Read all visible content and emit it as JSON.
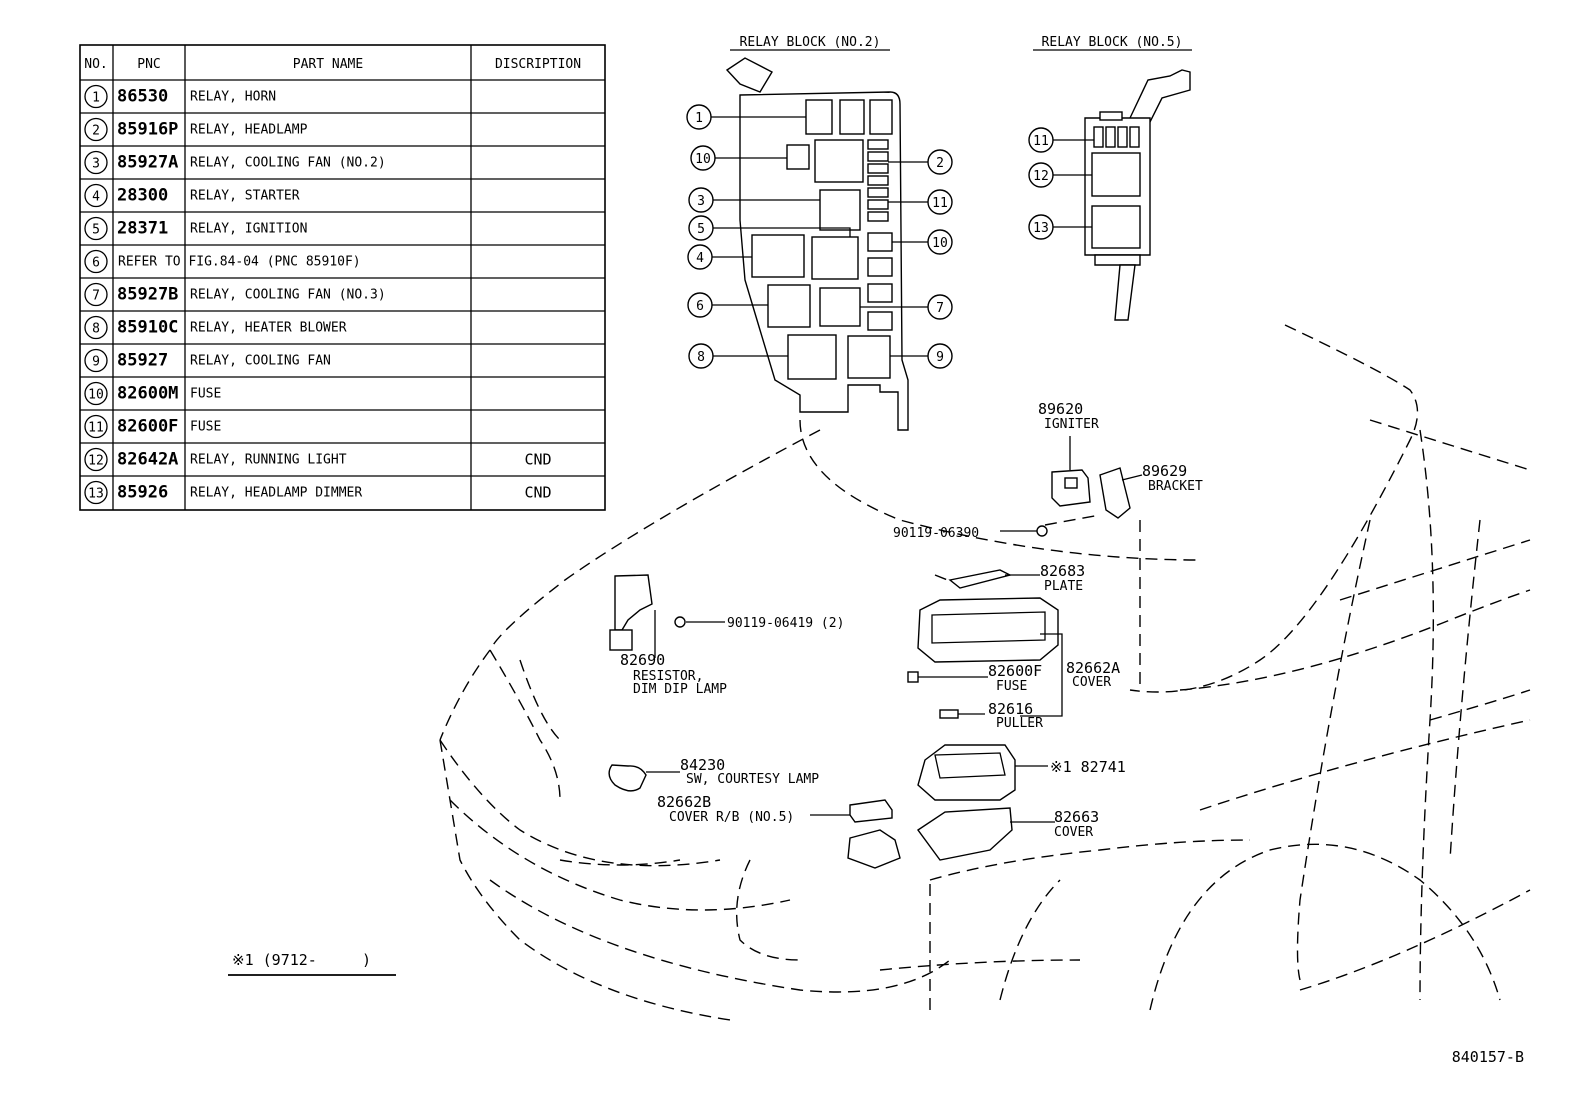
{
  "table": {
    "headers": {
      "no": "NO.",
      "pnc": "PNC",
      "part_name": "PART NAME",
      "description": "DISCRIPTION"
    },
    "rows": [
      {
        "no": "1",
        "pnc": "86530",
        "name": "RELAY, HORN",
        "desc": ""
      },
      {
        "no": "2",
        "pnc": "85916P",
        "name": "RELAY, HEADLAMP",
        "desc": ""
      },
      {
        "no": "3",
        "pnc": "85927A",
        "name": "RELAY, COOLING FAN (NO.2)",
        "desc": ""
      },
      {
        "no": "4",
        "pnc": "28300",
        "name": "RELAY, STARTER",
        "desc": ""
      },
      {
        "no": "5",
        "pnc": "28371",
        "name": "RELAY, IGNITION",
        "desc": ""
      },
      {
        "no": "6",
        "pnc": "",
        "name": "REFER TO FIG.84-04 (PNC 85910F)",
        "desc": ""
      },
      {
        "no": "7",
        "pnc": "85927B",
        "name": "RELAY, COOLING FAN (NO.3)",
        "desc": ""
      },
      {
        "no": "8",
        "pnc": "85910C",
        "name": "RELAY, HEATER BLOWER",
        "desc": ""
      },
      {
        "no": "9",
        "pnc": "85927",
        "name": "RELAY, COOLING FAN",
        "desc": ""
      },
      {
        "no": "10",
        "pnc": "82600M",
        "name": "FUSE",
        "desc": ""
      },
      {
        "no": "11",
        "pnc": "82600F",
        "name": "FUSE",
        "desc": ""
      },
      {
        "no": "12",
        "pnc": "82642A",
        "name": "RELAY, RUNNING LIGHT",
        "desc": "CND"
      },
      {
        "no": "13",
        "pnc": "85926",
        "name": "RELAY, HEADLAMP DIMMER",
        "desc": "CND"
      }
    ]
  },
  "relay_block_2": {
    "title": "RELAY BLOCK (NO.2)",
    "callouts": [
      "1",
      "10",
      "3",
      "5",
      "4",
      "6",
      "8",
      "2",
      "11",
      "10",
      "7",
      "9"
    ]
  },
  "relay_block_5": {
    "title": "RELAY BLOCK (NO.5)",
    "callouts": [
      "11",
      "12",
      "13"
    ]
  },
  "parts": {
    "igniter": {
      "pnc": "89620",
      "name": "IGNITER"
    },
    "bracket": {
      "pnc": "89629",
      "name": "BRACKET"
    },
    "bolt1": {
      "pnc": "90119-06390"
    },
    "plate": {
      "pnc": "82683",
      "name": "PLATE"
    },
    "bolt2": {
      "pnc": "90119-06419 (2)"
    },
    "resistor": {
      "pnc": "82690",
      "name1": "RESISTOR,",
      "name2": "DIM DIP LAMP"
    },
    "fuse": {
      "pnc": "82600F",
      "name": "FUSE"
    },
    "cover_a": {
      "pnc": "82662A",
      "name": "COVER"
    },
    "puller": {
      "pnc": "82616",
      "name": "PULLER"
    },
    "junction": {
      "pnc": "※1 82741"
    },
    "courtesy": {
      "pnc": "84230",
      "name": "SW, COURTESY LAMP"
    },
    "cover_b": {
      "pnc": "82662B",
      "name": "COVER R/B (NO.5)"
    },
    "cover": {
      "pnc": "82663",
      "name": "COVER"
    }
  },
  "footnote": "※1 (9712-     )",
  "figure_id": "840157-B"
}
